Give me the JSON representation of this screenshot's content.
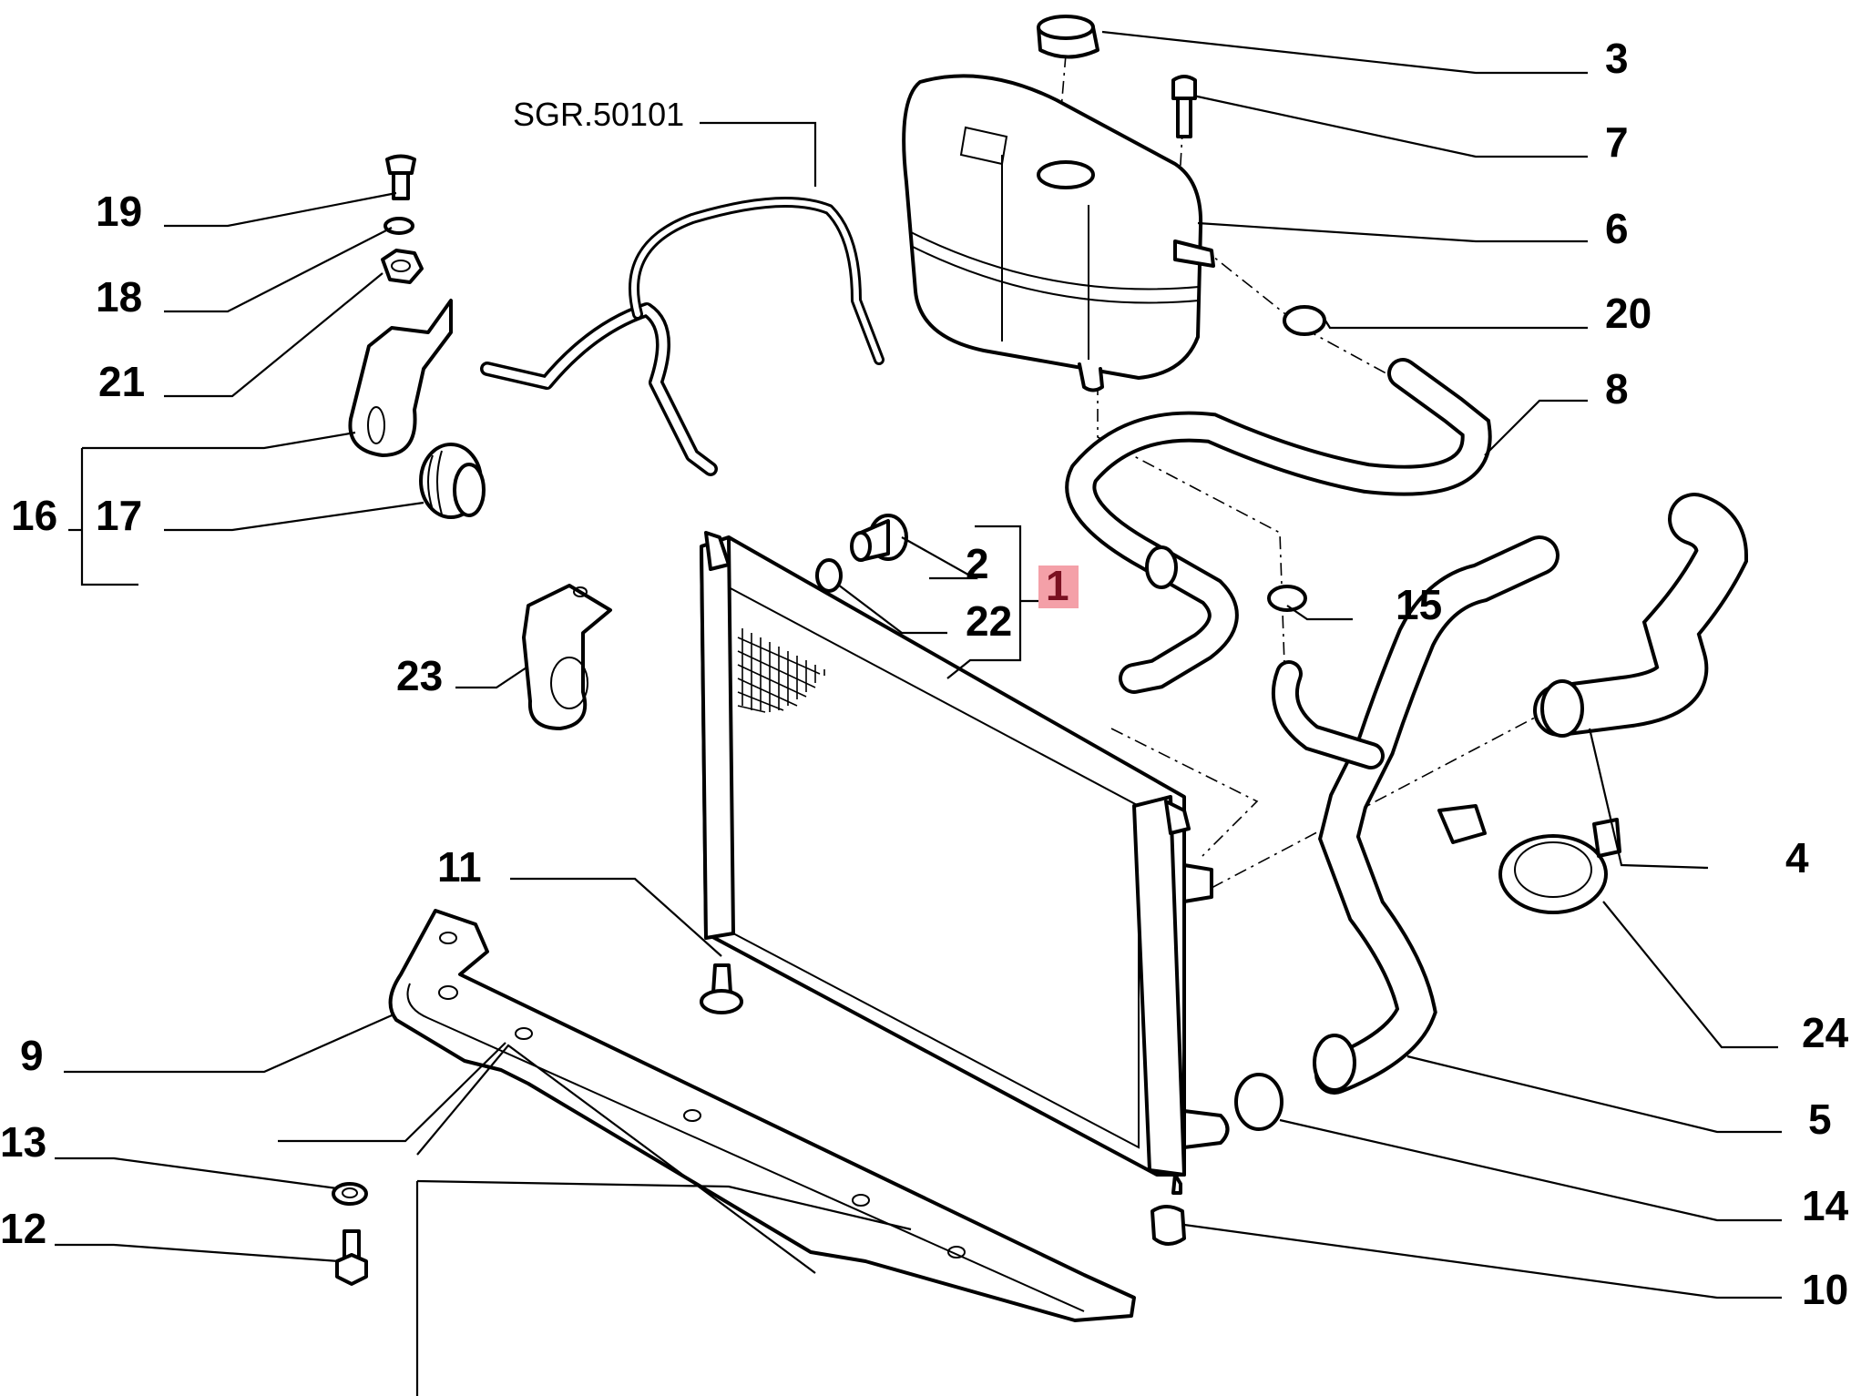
{
  "diagram": {
    "title": "Radiator and coolant expansion tank – exploded parts view",
    "reference_code": "SGR.50101",
    "highlight_color": "#f4a0a8",
    "highlight_text_color": "#7a1020",
    "highlighted_part": "1",
    "labels": {
      "p1": "1",
      "p2": "2",
      "p3": "3",
      "p4": "4",
      "p5": "5",
      "p6": "6",
      "p7": "7",
      "p8": "8",
      "p9": "9",
      "p10": "10",
      "p11": "11",
      "p12": "12",
      "p13": "13",
      "p14": "14",
      "p15": "15",
      "p16": "16",
      "p17": "17",
      "p18": "18",
      "p19": "19",
      "p20": "20",
      "p21": "21",
      "p22": "22",
      "p23": "23",
      "p24": "24"
    },
    "parts": [
      {
        "id": "1",
        "name": "radiator"
      },
      {
        "id": "2",
        "name": "plug"
      },
      {
        "id": "3",
        "name": "expansion tank cap"
      },
      {
        "id": "4",
        "name": "upper hose"
      },
      {
        "id": "5",
        "name": "lower hose"
      },
      {
        "id": "6",
        "name": "expansion tank"
      },
      {
        "id": "7",
        "name": "bolt"
      },
      {
        "id": "8",
        "name": "tank hose"
      },
      {
        "id": "9",
        "name": "lower crossmember"
      },
      {
        "id": "10",
        "name": "rubber mount"
      },
      {
        "id": "11",
        "name": "mounting pin"
      },
      {
        "id": "12",
        "name": "bolt"
      },
      {
        "id": "13",
        "name": "washer"
      },
      {
        "id": "14",
        "name": "hose clamp"
      },
      {
        "id": "15",
        "name": "hose clamp"
      },
      {
        "id": "16",
        "name": "bracket kit"
      },
      {
        "id": "17",
        "name": "rubber grommet"
      },
      {
        "id": "18",
        "name": "washer"
      },
      {
        "id": "19",
        "name": "screw"
      },
      {
        "id": "20",
        "name": "hose clamp"
      },
      {
        "id": "21",
        "name": "nut"
      },
      {
        "id": "22",
        "name": "seal ring"
      },
      {
        "id": "23",
        "name": "bracket"
      },
      {
        "id": "24",
        "name": "hose clip"
      }
    ]
  }
}
